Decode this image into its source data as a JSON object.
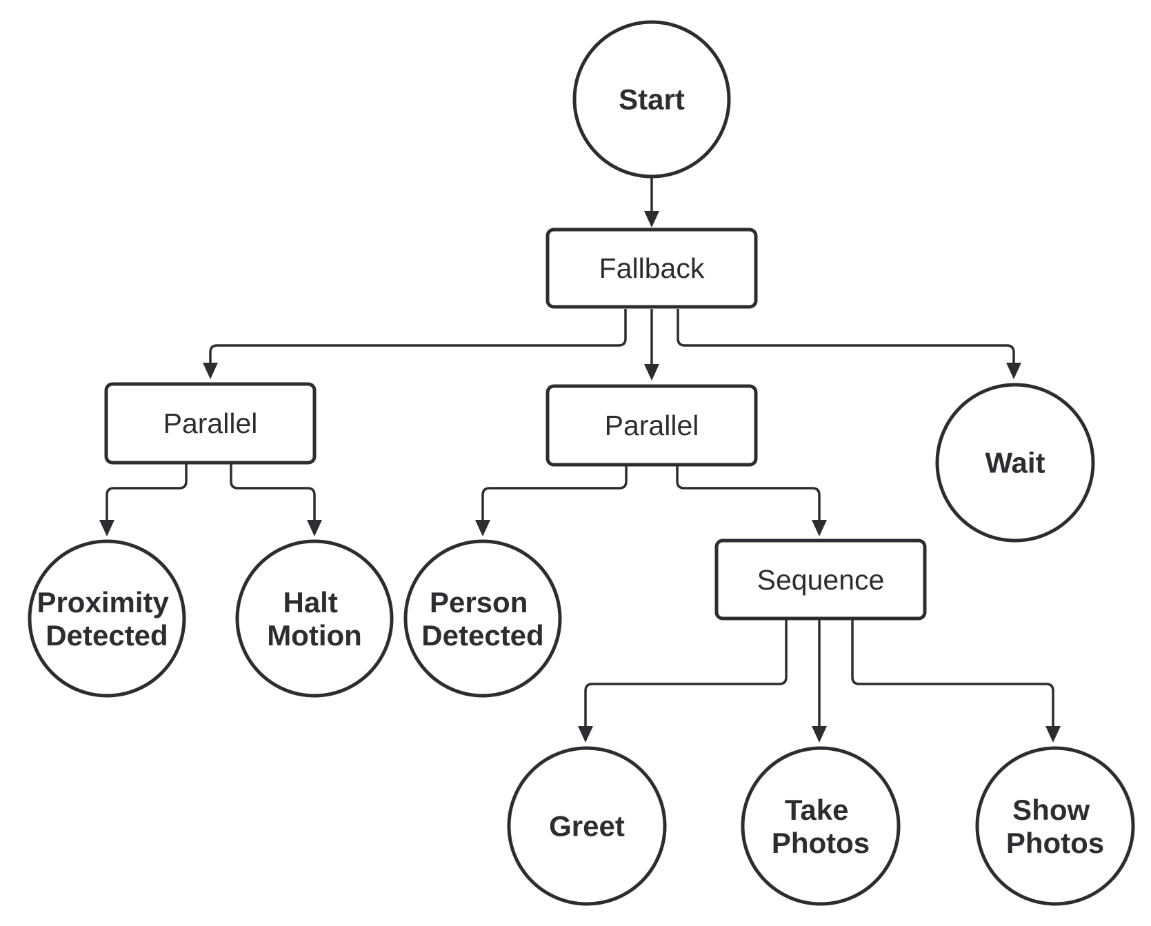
{
  "nodes": {
    "start": {
      "label": "Start",
      "shape": "circle"
    },
    "fallback": {
      "label": "Fallback",
      "shape": "rect"
    },
    "parallel_left": {
      "label": "Parallel",
      "shape": "rect"
    },
    "parallel_mid": {
      "label": "Parallel",
      "shape": "rect"
    },
    "wait": {
      "label": "Wait",
      "shape": "circle"
    },
    "proximity_detected": {
      "label_line1": "Proximity",
      "label_line2": "Detected",
      "shape": "circle"
    },
    "halt_motion": {
      "label_line1": "Halt",
      "label_line2": "Motion",
      "shape": "circle"
    },
    "person_detected": {
      "label_line1": "Person",
      "label_line2": "Detected",
      "shape": "circle"
    },
    "sequence": {
      "label": "Sequence",
      "shape": "rect"
    },
    "greet": {
      "label": "Greet",
      "shape": "circle"
    },
    "take_photos": {
      "label_line1": "Take",
      "label_line2": "Photos",
      "shape": "circle"
    },
    "show_photos": {
      "label_line1": "Show",
      "label_line2": "Photos",
      "shape": "circle"
    }
  },
  "edges": [
    {
      "from": "start",
      "to": "fallback"
    },
    {
      "from": "fallback",
      "to": "parallel_left"
    },
    {
      "from": "fallback",
      "to": "parallel_mid"
    },
    {
      "from": "fallback",
      "to": "wait"
    },
    {
      "from": "parallel_left",
      "to": "proximity_detected"
    },
    {
      "from": "parallel_left",
      "to": "halt_motion"
    },
    {
      "from": "parallel_mid",
      "to": "person_detected"
    },
    {
      "from": "parallel_mid",
      "to": "sequence"
    },
    {
      "from": "sequence",
      "to": "greet"
    },
    {
      "from": "sequence",
      "to": "take_photos"
    },
    {
      "from": "sequence",
      "to": "show_photos"
    }
  ],
  "colors": {
    "stroke": "#2b2d31",
    "fill": "#ffffff",
    "text": "#2b2d31"
  }
}
